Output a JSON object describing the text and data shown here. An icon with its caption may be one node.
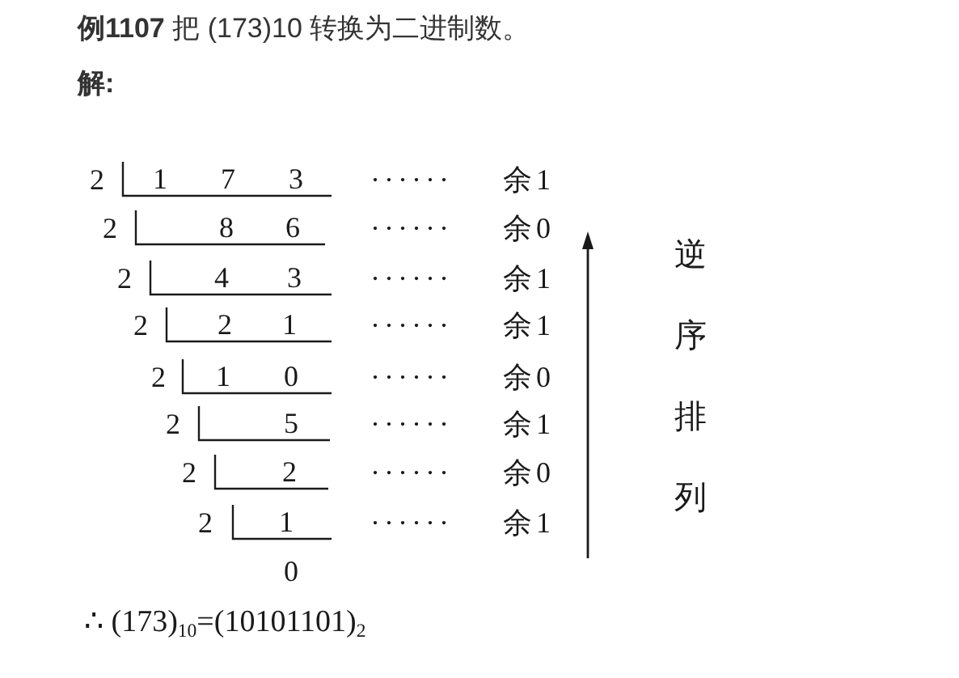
{
  "diagram": {
    "title": "**例1107** 把 (173)10 转换为二进制数。",
    "labels": [
      "解:",
      "2",
      "1 7 3",
      "······ 余1",
      "2",
      "8 6",
      "······ 余0",
      "2",
      "4 3",
      "······ 余1",
      "2",
      "2 1",
      "······ 余1",
      "2",
      "1 0",
      "······ 余0",
      "2",
      "5",
      "······ 余1",
      "2",
      "2",
      "······ 余0",
      "2",
      "1",
      "······ 余1",
      "0",
      "∴ (173)$_{10}$=(10101101)$_{2}$",
      "逆序排列"
    ]
  }
}
